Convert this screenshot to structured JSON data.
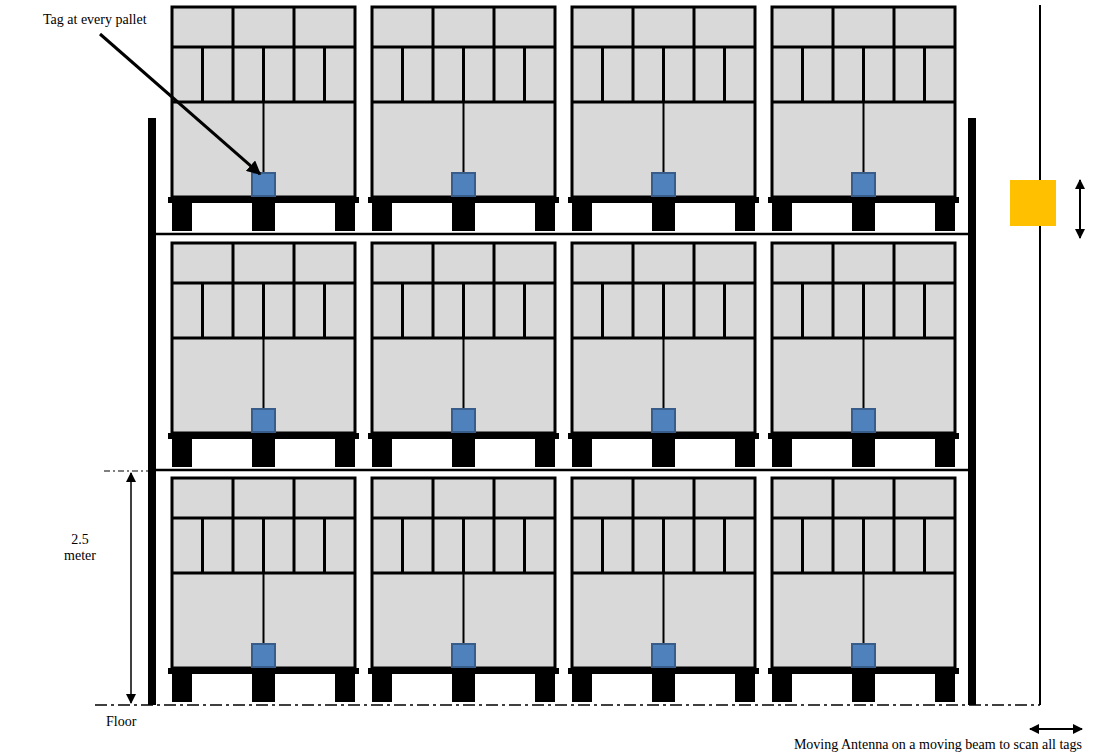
{
  "diagram": {
    "labels": [
      "Tag at every pallet",
      "2.5 meter",
      "Floor",
      "Moving Antenna on a moving beam to scan all tags"
    ]
  }
}
